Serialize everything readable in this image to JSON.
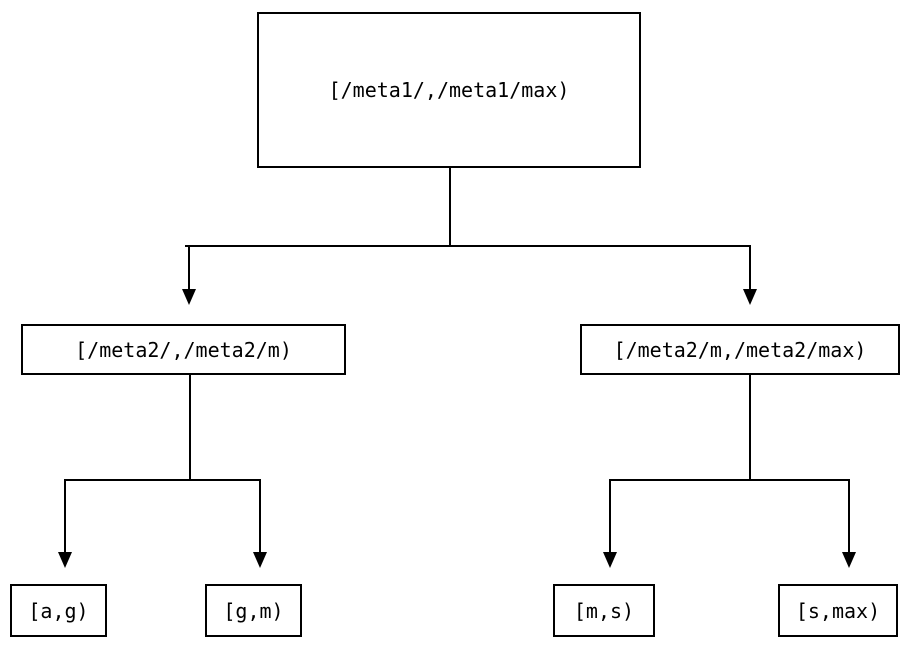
{
  "diagram": {
    "type": "tree",
    "background_color": "#ffffff",
    "stroke_color": "#000000",
    "text_color": "#000000",
    "nodes": {
      "root": {
        "label": "[/meta1/,/meta1/max)",
        "level": 0
      },
      "mid_left": {
        "label": "[/meta2/,/meta2/m)",
        "level": 1
      },
      "mid_right": {
        "label": "[/meta2/m,/meta2/max)",
        "level": 1
      },
      "leaf_ag": {
        "label": "[a,g)",
        "level": 2
      },
      "leaf_gm": {
        "label": "[g,m)",
        "level": 2
      },
      "leaf_ms": {
        "label": "[m,s)",
        "level": 2
      },
      "leaf_smax": {
        "label": "[s,max)",
        "level": 2
      }
    },
    "edges": [
      {
        "from": "root",
        "to": "mid_left",
        "arrow": "down-arrowhead"
      },
      {
        "from": "root",
        "to": "mid_right",
        "arrow": "down-arrowhead"
      },
      {
        "from": "mid_left",
        "to": "leaf_ag",
        "arrow": "down-arrowhead"
      },
      {
        "from": "mid_left",
        "to": "leaf_gm",
        "arrow": "down-arrowhead"
      },
      {
        "from": "mid_right",
        "to": "leaf_ms",
        "arrow": "down-arrowhead"
      },
      {
        "from": "mid_right",
        "to": "leaf_smax",
        "arrow": "down-arrowhead"
      }
    ]
  }
}
